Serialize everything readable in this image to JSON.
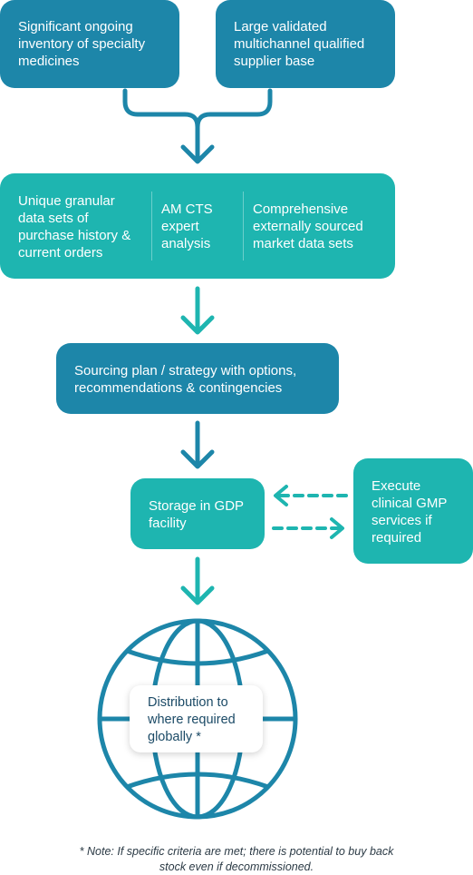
{
  "colors": {
    "dark": "#1d86a9",
    "teal": "#1eb5b0",
    "text_dark": "#1b4a66"
  },
  "boxes": {
    "inventory": "Significant ongoing\ninventory of specialty\nmedicines",
    "supplier": "Large validated\nmultichannel qualified\nsupplier base",
    "data_sets": "Unique granular\ndata sets of\npurchase history &\ncurrent orders",
    "expert": "AM CTS\nexpert\nanalysis",
    "market": "Comprehensive\nexternally sourced\nmarket data sets",
    "sourcing": "Sourcing plan / strategy with options,\nrecommendations & contingencies",
    "storage": "Storage in GDP\nfacility",
    "execute": "Execute\nclinical GMP\nservices if\nrequired",
    "distribution": "Distribution to\nwhere required\nglobally *"
  },
  "icons": [
    "down-arrow-icon",
    "globe-icon",
    "dashed-arrow-left-icon",
    "dashed-arrow-right-icon"
  ],
  "footnote": "* Note: If specific criteria are met; there is potential to buy back\nstock even if decommissioned."
}
